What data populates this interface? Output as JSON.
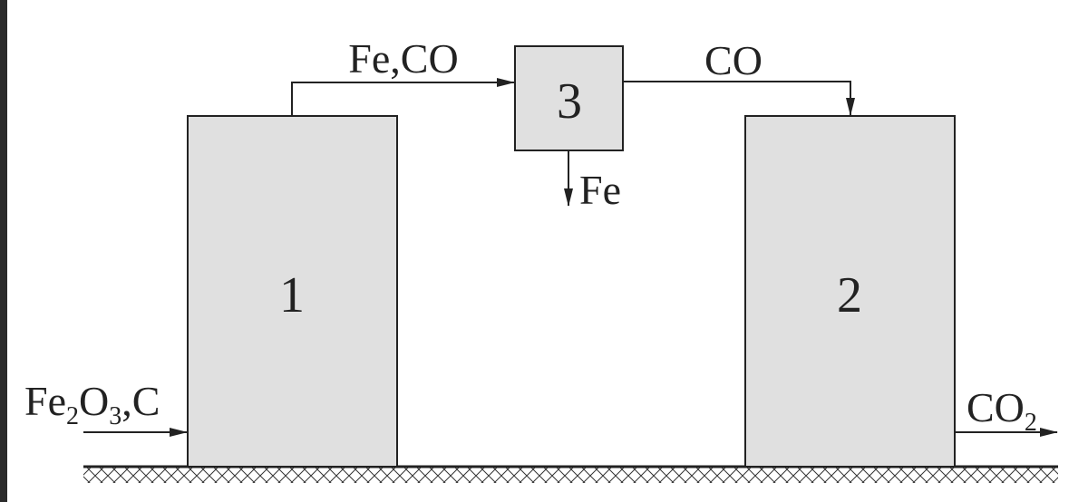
{
  "colors": {
    "block_fill": "#e0e0e0",
    "stroke": "#222222",
    "frame_edge": "#2b2b2b"
  },
  "blocks": {
    "block_1": "1",
    "block_2": "2",
    "block_3": "3"
  },
  "flows": {
    "input": {
      "a": "Fe",
      "a_sub": "2",
      "b": "O",
      "b_sub": "3",
      "c": ",C"
    },
    "block1_to_block3": "Fe,CO",
    "block3_to_block2": "CO",
    "block3_output": "Fe",
    "output": {
      "main": "CO",
      "sub": "2"
    }
  }
}
